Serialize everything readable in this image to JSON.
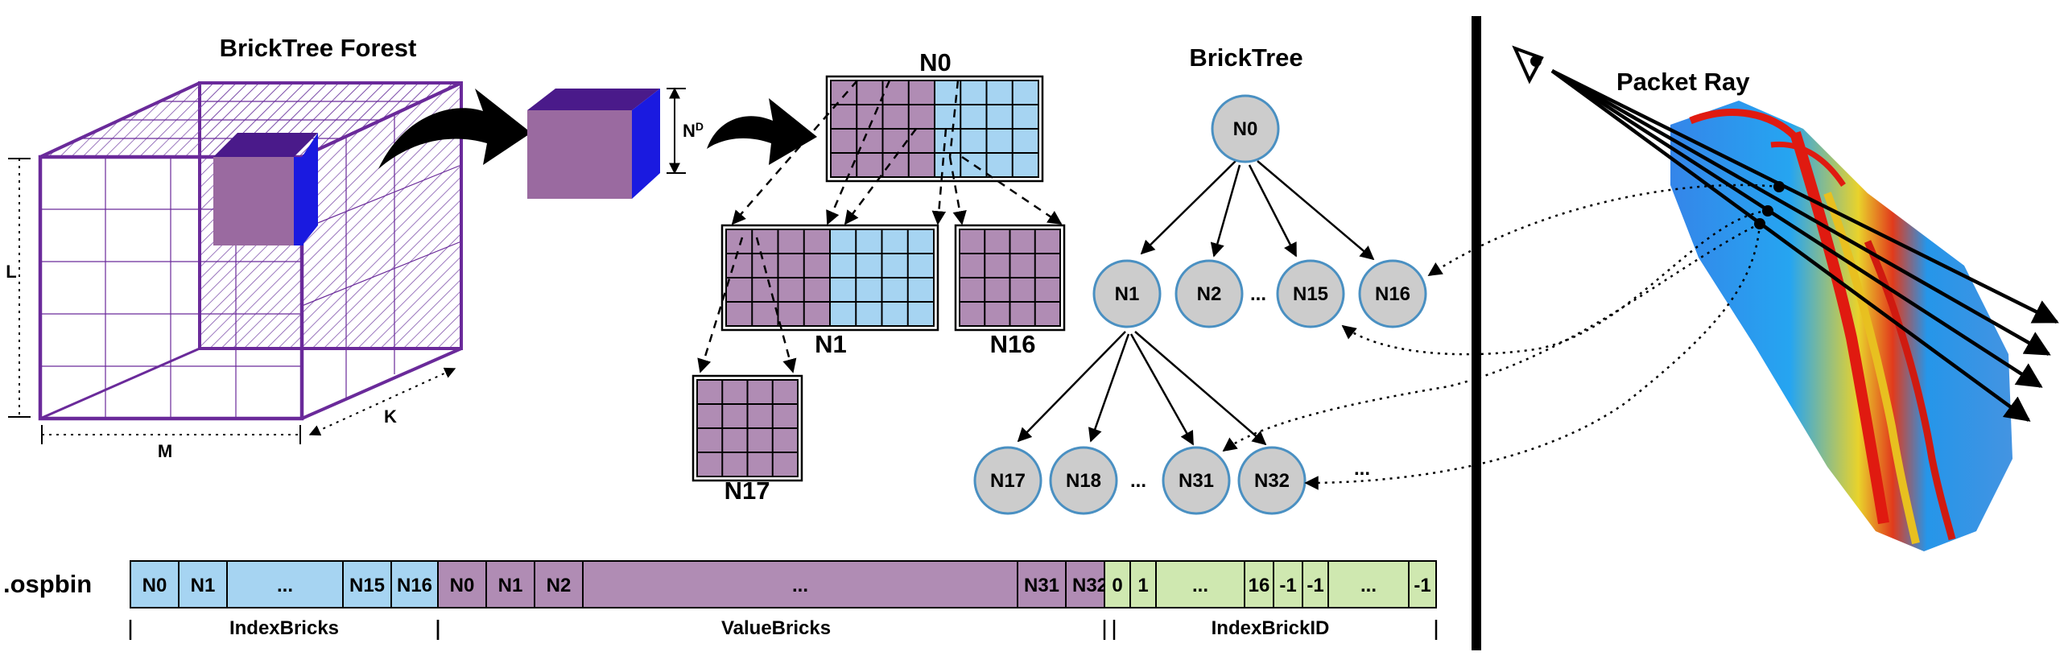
{
  "forest": {
    "title": "BrickTree Forest",
    "label_l": "L",
    "label_m": "M",
    "label_k": "K",
    "brick_dim_base": "N",
    "brick_dim_sup": "D"
  },
  "grid_labels": {
    "n0": "N0",
    "n1": "N1",
    "n16": "N16",
    "n17": "N17"
  },
  "tree": {
    "title": "BrickTree",
    "nodes": {
      "n0": "N0",
      "n1": "N1",
      "n2": "N2",
      "n15": "N15",
      "n16": "N16",
      "n17": "N17",
      "n18": "N18",
      "n31": "N31",
      "n32": "N32"
    },
    "ellipsis": "..."
  },
  "packet_ray_label": "Packet Ray",
  "ospbin": {
    "file_label": ".ospbin",
    "index_cells": [
      "N0",
      "N1",
      "...",
      "N15",
      "N16"
    ],
    "value_cells": [
      "N0",
      "N1",
      "N2",
      "...",
      "N31",
      "N32"
    ],
    "id_cells": [
      "0",
      "1",
      "...",
      "16",
      "-1",
      "-1",
      "...",
      "-1"
    ],
    "sections": [
      "IndexBricks",
      "ValueBricks",
      "IndexBrickID"
    ]
  },
  "colors": {
    "index_blue": "#a6d4f2",
    "value_purple": "#b08cb4",
    "id_green": "#cfe8b0",
    "node_gray": "#cccccc",
    "node_stroke": "#4a90c2",
    "frame_purple": "#6a2a9a",
    "cube_blue": "#1a1ae0"
  }
}
